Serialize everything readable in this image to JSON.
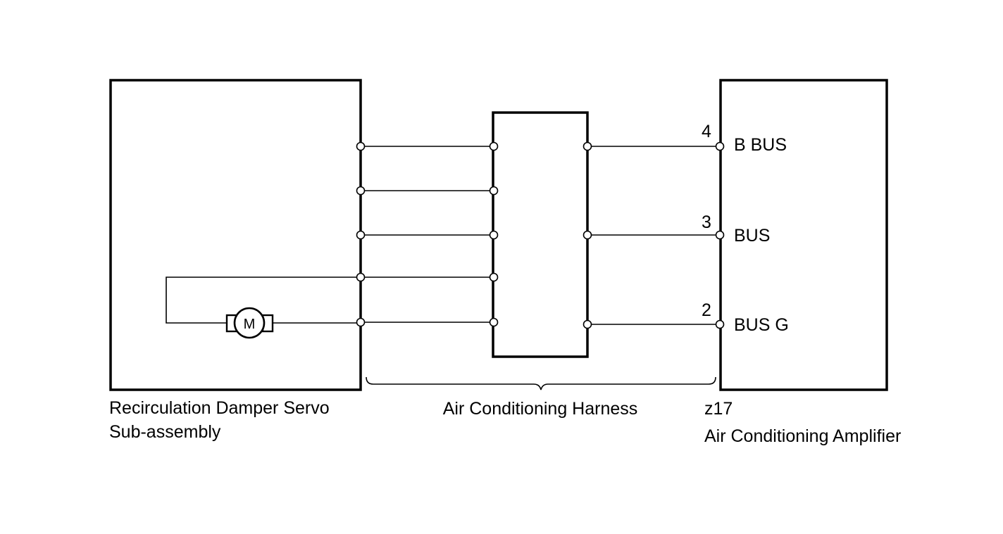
{
  "components": {
    "servo": {
      "line1": "Recirculation Damper Servo",
      "line2": "Sub-assembly",
      "motor_label": "M"
    },
    "harness": {
      "label": "Air Conditioning Harness"
    },
    "amplifier": {
      "connector": "z17",
      "label": "Air Conditioning Amplifier"
    }
  },
  "pins": [
    {
      "number": "4",
      "name": "B BUS"
    },
    {
      "number": "3",
      "name": "BUS"
    },
    {
      "number": "2",
      "name": "BUS G"
    }
  ],
  "icons": {
    "motor": "motor-icon",
    "terminal": "terminal-circle-icon"
  }
}
